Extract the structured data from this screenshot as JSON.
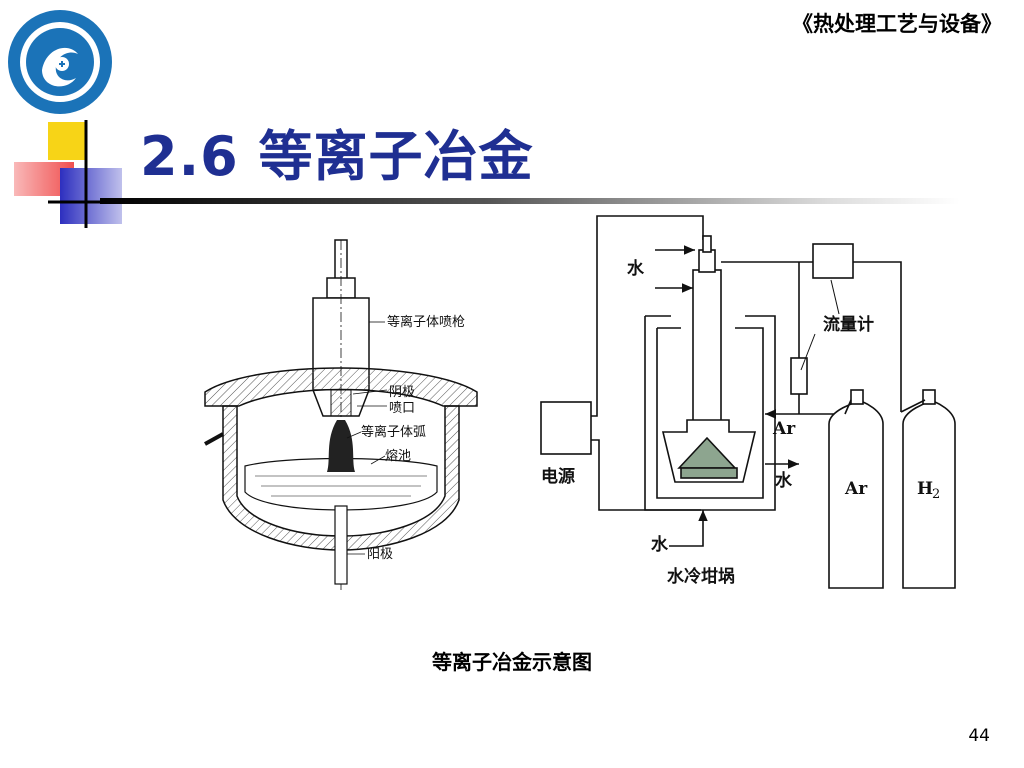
{
  "header": {
    "course_title": "《热处理工艺与设备》"
  },
  "slide": {
    "title": "2.6  等离子冶金",
    "page_number": "44"
  },
  "figure": {
    "caption": "等离子冶金示意图",
    "left_diagram": {
      "labels": {
        "torch": "等离子体喷枪",
        "cathode": "阴极",
        "nozzle": "喷口",
        "arc": "等离子体弧",
        "pool": "熔池",
        "anode": "阳极"
      }
    },
    "right_diagram": {
      "labels": {
        "water_top": "水",
        "flowmeter": "流量计",
        "ar_in": "Ar",
        "power": "电源",
        "water_out": "水",
        "cyl_ar": "Ar",
        "cyl_h2": "H",
        "cyl_h2_sub": "2",
        "water_bottom": "水",
        "crucible": "水冷坩埚"
      }
    }
  }
}
